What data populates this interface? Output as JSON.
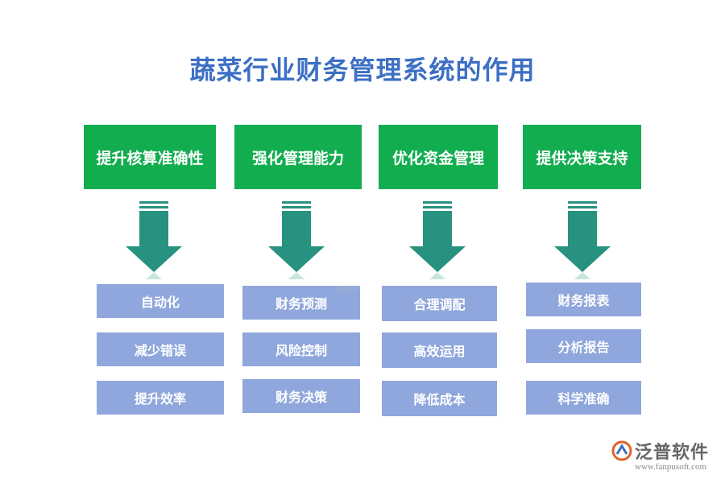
{
  "title": "蔬菜行业财务管理系统的作用",
  "columns": [
    {
      "heading": "提升核算准确性",
      "items": [
        "自动化",
        "减少错误",
        "提升效率"
      ]
    },
    {
      "heading": "强化管理能力",
      "items": [
        "财务预测",
        "风险控制",
        "财务决策"
      ]
    },
    {
      "heading": "优化资金管理",
      "items": [
        "合理调配",
        "高效运用",
        "降低成本"
      ]
    },
    {
      "heading": "提供决策支持",
      "items": [
        "财务报表",
        "分析报告",
        "科学准确"
      ]
    }
  ],
  "watermark": "泛普软件",
  "logo": {
    "name": "泛普软件",
    "url": "www.fanpusoft.com"
  },
  "colors": {
    "title": "#3d6fc4",
    "heading_bg": "#12ad4f",
    "arrow": "#26927f",
    "item_bg": "#8fa7dc"
  },
  "icons": {
    "arrow": "down-arrow-icon",
    "logo": "fanpu-logo-icon"
  }
}
